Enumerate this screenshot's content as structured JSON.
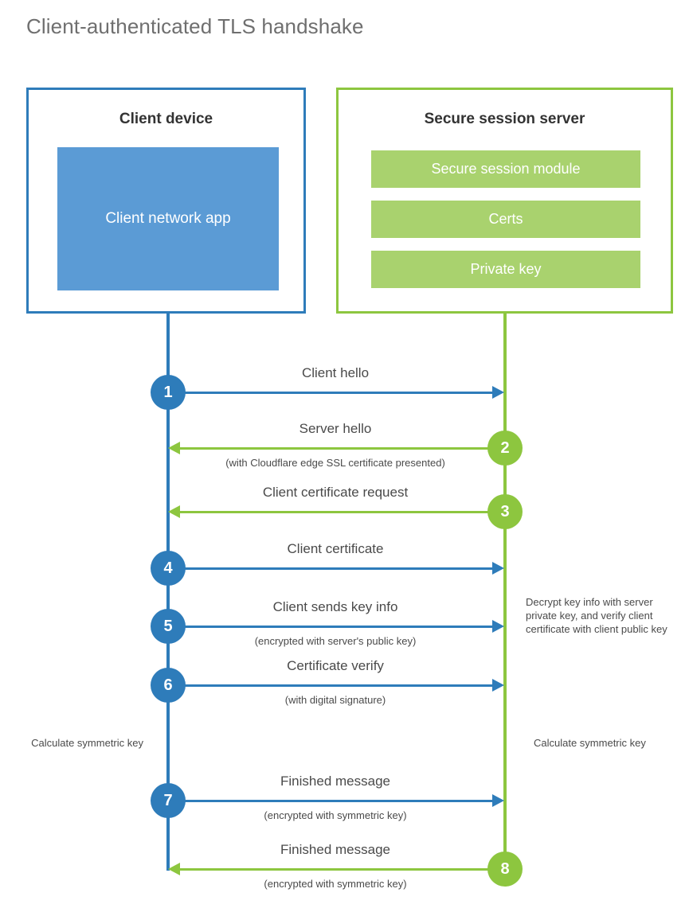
{
  "page_title": "Client-authenticated TLS handshake",
  "colors": {
    "client_blue": "#2e7cba",
    "client_app_fill": "#5b9bd5",
    "server_green": "#8dc63f",
    "server_bar_fill": "#a9d26e",
    "text_gray": "#4a4a4a",
    "title_gray": "#6f6f6f"
  },
  "actors": {
    "client": {
      "title": "Client device",
      "app_label": "Client network app"
    },
    "server": {
      "title": "Secure session server",
      "bars": [
        "Secure session module",
        "Certs",
        "Private key"
      ]
    }
  },
  "steps": [
    {
      "number": "1",
      "direction": "to-server",
      "label": "Client hello",
      "sub": ""
    },
    {
      "number": "2",
      "direction": "to-client",
      "label": "Server hello",
      "sub": "(with Cloudflare edge SSL certificate presented)"
    },
    {
      "number": "3",
      "direction": "to-client",
      "label": "Client certificate request",
      "sub": ""
    },
    {
      "number": "4",
      "direction": "to-server",
      "label": "Client certificate",
      "sub": ""
    },
    {
      "number": "5",
      "direction": "to-server",
      "label": "Client sends key info",
      "sub": "(encrypted with server's public key)"
    },
    {
      "number": "6",
      "direction": "to-server",
      "label": "Certificate verify",
      "sub": "(with digital signature)"
    },
    {
      "number": "7",
      "direction": "to-server",
      "label": "Finished message",
      "sub": "(encrypted with symmetric key)"
    },
    {
      "number": "8",
      "direction": "to-client",
      "label": "Finished message",
      "sub": "(encrypted with symmetric key)"
    }
  ],
  "annotations": {
    "server_decrypt": "Decrypt key info with server private key, and verify client certificate with client public key",
    "client_calculate": "Calculate symmetric key",
    "server_calculate": "Calculate symmetric key"
  }
}
